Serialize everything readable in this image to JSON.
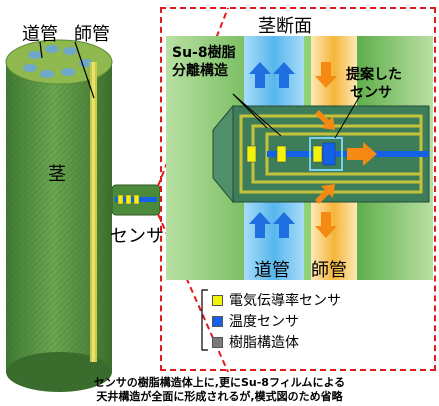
{
  "labels": {
    "douKan": "道管",
    "shiKan": "師管",
    "kuki": "茎",
    "sensa_left": "センサ",
    "kuki_danmen": "茎断面",
    "su8_line1": "Su-8樹脂",
    "su8_line2": "分離構造",
    "teian_line1": "提案した",
    "teian_line2": "センサ",
    "bottom_douKan": "道管",
    "bottom_shiKan": "師管"
  },
  "legend": [
    {
      "label": "電気伝導率センサ",
      "color": "#f2f20a",
      "icon": "yellow-square"
    },
    {
      "label": "温度センサ",
      "color": "#1560e8",
      "icon": "blue-square"
    },
    {
      "label": "樹脂構造体",
      "color": "#7a7a7a",
      "icon": "gray-square"
    }
  ],
  "caption": {
    "line1": "センサの樹脂構造体上に,更にSu-8フィルムによる",
    "line2": "天井構造が全面に形成されるが,模式図のため省略"
  },
  "colors": {
    "stem_green": "#4f8f3a",
    "xylem_blue": "#74c6f0",
    "phloem_orange": "#f5b53a",
    "dash_red": "#e01b1b",
    "arrow_blue": "#1f6fe0",
    "arrow_orange": "#f58a12"
  }
}
